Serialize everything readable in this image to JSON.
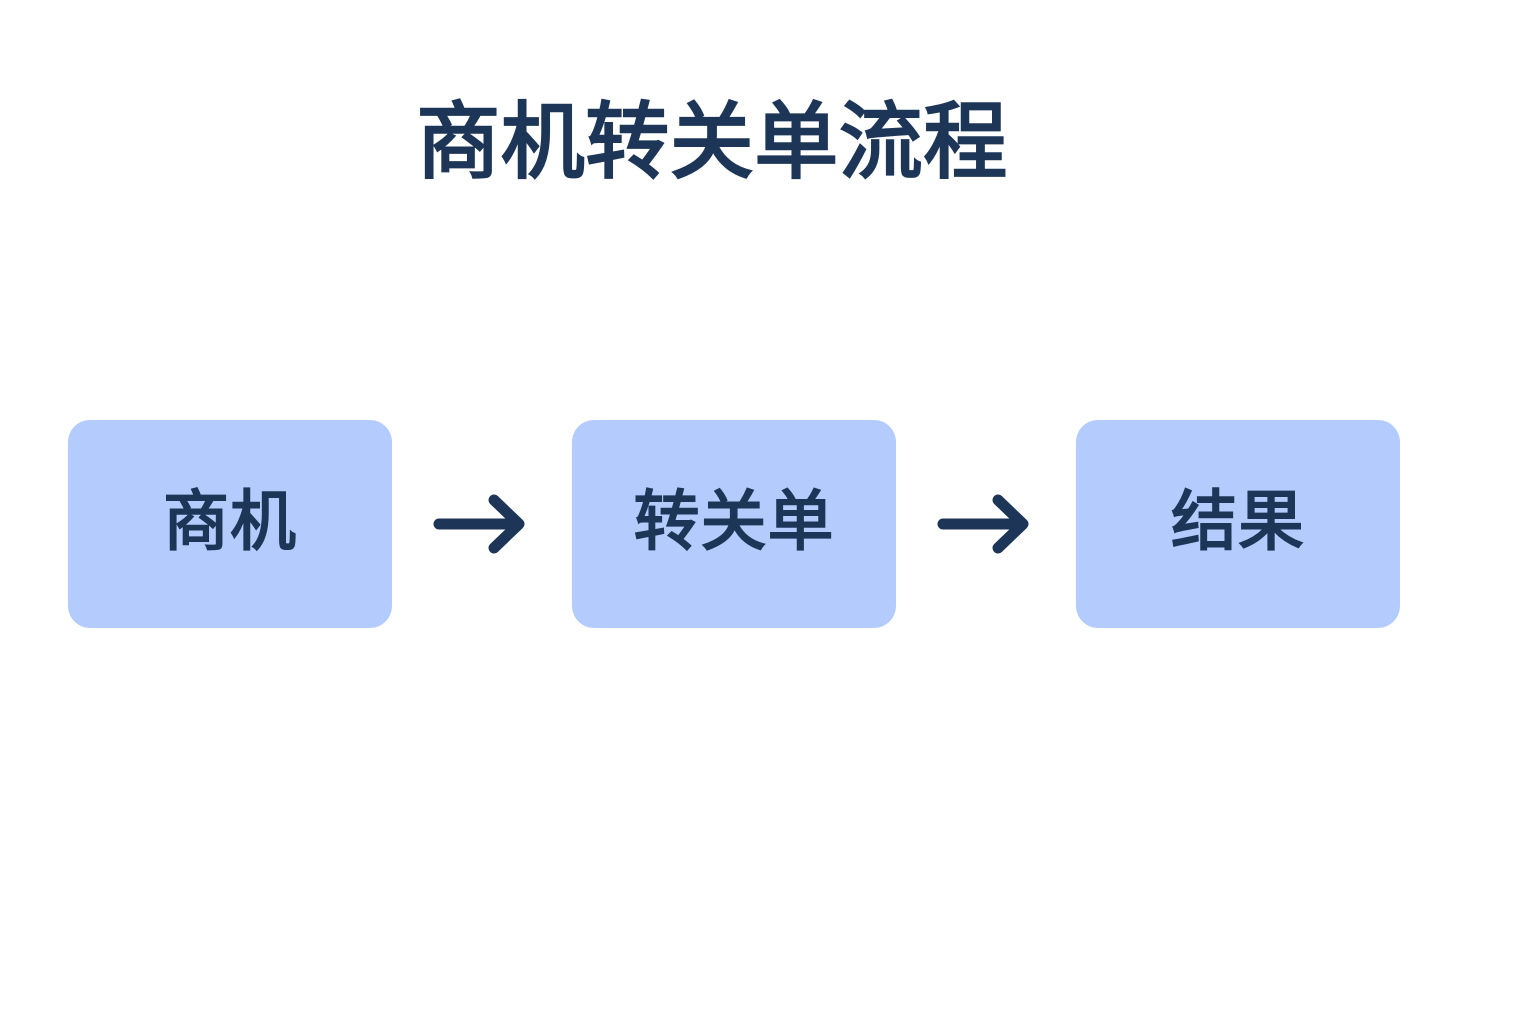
{
  "diagram": {
    "title": "商机转关单流程",
    "background_color": "#ffffff",
    "title_color": "#1d3557",
    "node_fill_color": "#b4ccfd",
    "node_text_color": "#1d3557",
    "arrow_color": "#1d3557",
    "type": "linear-flow",
    "nodes": [
      {
        "label": "商机"
      },
      {
        "label": "转关单"
      },
      {
        "label": "结果"
      }
    ],
    "connectors": [
      {
        "icon": "arrow-right-icon",
        "from": "商机",
        "to": "转关单"
      },
      {
        "icon": "arrow-right-icon",
        "from": "转关单",
        "to": "结果"
      }
    ]
  }
}
